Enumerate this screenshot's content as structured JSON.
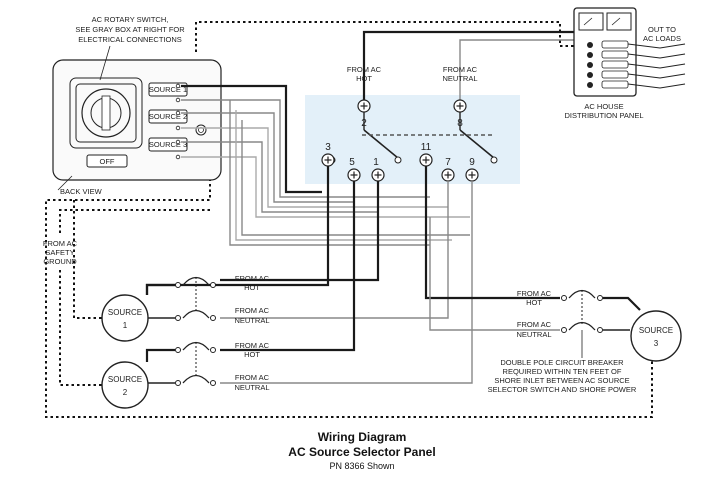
{
  "labels": {
    "switch_note_1": "AC ROTARY SWITCH,",
    "switch_note_2": "SEE GRAY BOX AT RIGHT FOR",
    "switch_note_3": "ELECTRICAL CONNECTIONS",
    "back_view": "BACK VIEW",
    "safety_ground_1": "FROM AC",
    "safety_ground_2": "SAFETY",
    "safety_ground_3": "GROUND",
    "from_ac_hot_top_1": "FROM AC",
    "from_ac_hot_top_2": "HOT",
    "from_ac_neutral_top_1": "FROM AC",
    "from_ac_neutral_top_2": "NEUTRAL",
    "out_to_1": "OUT TO",
    "out_to_2": "AC LOADS",
    "dist_panel_1": "AC HOUSE",
    "dist_panel_2": "DISTRIBUTION PANEL",
    "s1_hot_1": "FROM AC",
    "s1_hot_2": "HOT",
    "s1_neutral_1": "FROM AC",
    "s1_neutral_2": "NEUTRAL",
    "s2_hot_1": "FROM AC",
    "s2_hot_2": "HOT",
    "s2_neutral_1": "FROM AC",
    "s2_neutral_2": "NEUTRAL",
    "s3_hot_1": "FROM AC",
    "s3_hot_2": "HOT",
    "s3_neutral_1": "FROM AC",
    "s3_neutral_2": "NEUTRAL",
    "breaker_note_1": "DOUBLE POLE CIRCUIT BREAKER",
    "breaker_note_2": "REQUIRED WITHIN TEN FEET OF",
    "breaker_note_3": "SHORE INLET BETWEEN AC SOURCE",
    "breaker_note_4": "SELECTOR SWITCH AND SHORE POWER"
  },
  "switch_positions": [
    "SOURCE 1",
    "SOURCE 2",
    "SOURCE 3",
    "OFF"
  ],
  "sources": [
    {
      "word": "SOURCE",
      "num": "1"
    },
    {
      "word": "SOURCE",
      "num": "2"
    },
    {
      "word": "SOURCE",
      "num": "3"
    }
  ],
  "terminals": [
    "2",
    "8",
    "3",
    "5",
    "1",
    "11",
    "7",
    "9"
  ],
  "title": {
    "line1": "Wiring Diagram",
    "line2": "AC Source Selector Panel",
    "line3": "PN 8366 Shown"
  }
}
